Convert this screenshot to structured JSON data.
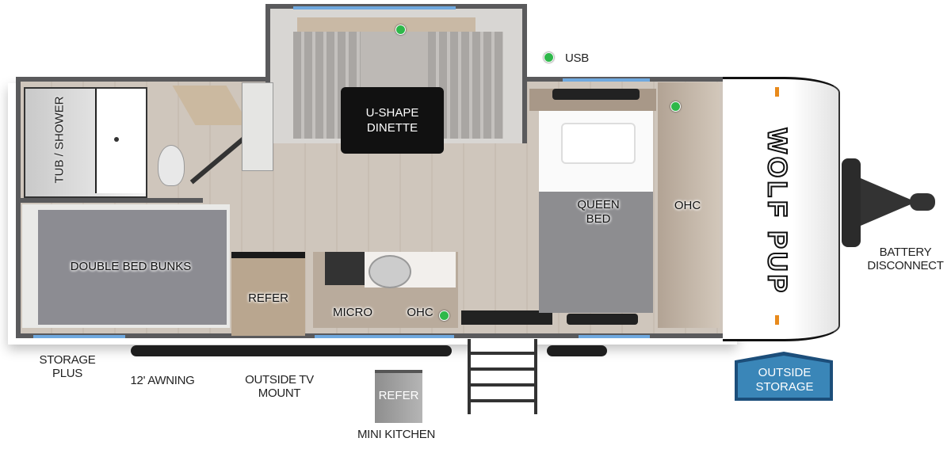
{
  "brand_logo": "WOLF PUP",
  "colors": {
    "floor": "#cdc4ba",
    "wall": "#5a5a5c",
    "accent_blue": "#3a86b8",
    "usb_green": "#2eb84a",
    "window": "#6fa9df"
  },
  "rooms": {
    "tub_shower": "TUB / SHOWER",
    "dinette": "U-SHAPE DINETTE",
    "bunks": "DOUBLE BED BUNKS",
    "refer": "REFER",
    "micro": "MICRO",
    "ohc_kitchen": "OHC",
    "queen_bed": "QUEEN BED",
    "ohc_front": "OHC"
  },
  "callouts": {
    "usb": "USB",
    "battery": "BATTERY DISCONNECT",
    "storage_plus": "STORAGE PLUS",
    "awning": "12' AWNING",
    "tv_mount": "OUTSIDE TV MOUNT",
    "mini_refer": "REFER",
    "mini_kitchen": "MINI KITCHEN",
    "outside_storage": "OUTSIDE STORAGE"
  }
}
